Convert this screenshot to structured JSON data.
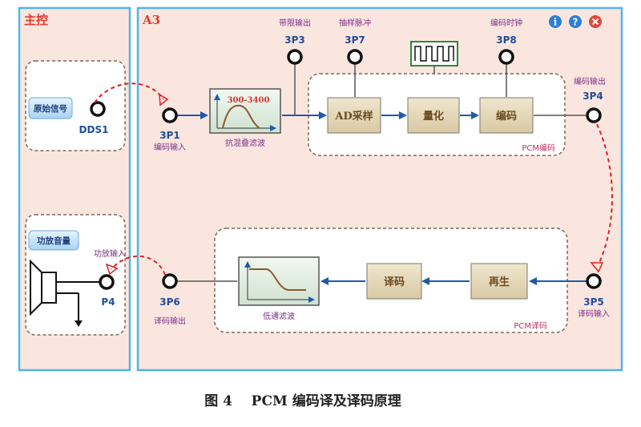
{
  "panels": {
    "left_title": "主控",
    "right_title": "A3"
  },
  "left_modules": {
    "signal_label": "原始信号",
    "dds_label": "DDS1",
    "amp_label": "功放音量",
    "p4_label": "P4",
    "amp_input_label": "功放输入"
  },
  "encoder": {
    "p1_label": "3P1",
    "p1_sub": "编码输入",
    "filter_range": "300-3400",
    "filter_label": "抗混叠滤波",
    "p3_top": "带限输出",
    "p3_label": "3P3",
    "p7_top": "抽样脉冲",
    "p7_label": "3P7",
    "p8_top": "编码时钟",
    "p8_label": "3P8",
    "p4_top": "编码输出",
    "p4_label": "3P4",
    "ad_block": "AD采样",
    "quant_block": "量化",
    "code_block": "编码",
    "group_label": "PCM编码"
  },
  "decoder": {
    "p5_label": "3P5",
    "p5_sub": "译码输入",
    "regen_block": "再生",
    "decode_block": "译码",
    "lpf_label": "低通滤波",
    "p6_label": "3P6",
    "p6_sub": "译码输出",
    "group_label": "PCM译码"
  },
  "icons": [
    "info-icon",
    "help-icon",
    "close-icon"
  ],
  "colors": {
    "panel_bg": "#fbe6df",
    "panel_border": "#4db6e8",
    "title_red": "#e23a2a",
    "node_blue": "#1f4e9a",
    "block_bg": "#e8dcc0",
    "block_text": "#6b4a1e",
    "arrow_blue": "#1f5aa8",
    "dashed_red": "#e02020",
    "sub_purple": "#7a2e8a"
  },
  "caption": "图 4    PCM 编码译及译码原理"
}
